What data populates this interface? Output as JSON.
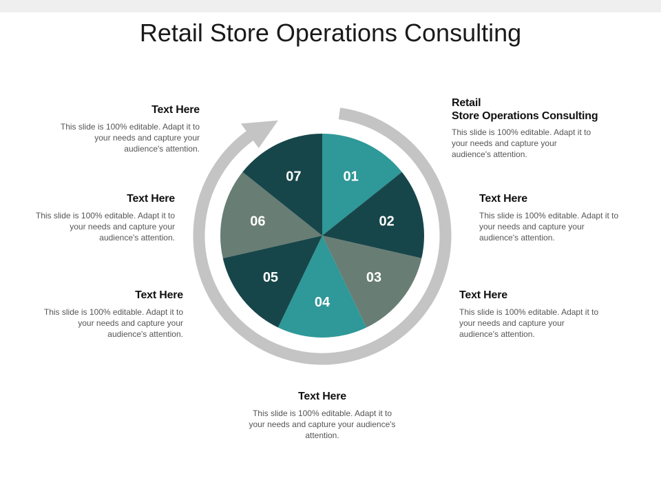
{
  "title": "Retail Store Operations Consulting",
  "colors": {
    "background": "#ffffff",
    "top_band": "#efefef",
    "arrow_ring": "#c4c4c4",
    "teal": "#2f9898",
    "dark_teal": "#17464a",
    "gray_green": "#687d74",
    "label_text": "#ffffff"
  },
  "segments": [
    {
      "label": "01",
      "color": "#2f9898"
    },
    {
      "label": "02",
      "color": "#17464a"
    },
    {
      "label": "03",
      "color": "#687d74"
    },
    {
      "label": "04",
      "color": "#2f9898"
    },
    {
      "label": "05",
      "color": "#17464a"
    },
    {
      "label": "06",
      "color": "#687d74"
    },
    {
      "label": "07",
      "color": "#17464a"
    }
  ],
  "blocks": {
    "retail": {
      "heading_line1": "Retail",
      "heading_line2": "Store Operations Consulting",
      "desc": "This slide is 100% editable. Adapt it to your needs and capture your audience's attention."
    },
    "right2": {
      "heading": "Text Here",
      "desc": "This slide is 100% editable. Adapt it to your needs and capture your audience's attention."
    },
    "right3": {
      "heading": "Text Here",
      "desc": "This slide is 100% editable. Adapt it to your needs and capture your audience's attention."
    },
    "bottom": {
      "heading": "Text Here",
      "desc": "This slide is 100% editable. Adapt it to your needs and capture your audience's attention."
    },
    "left3": {
      "heading": "Text Here",
      "desc": "This slide is 100% editable. Adapt it to your needs and capture your audience's attention."
    },
    "left2": {
      "heading": "Text Here",
      "desc": "This slide is 100% editable. Adapt it to your needs and capture your audience's attention."
    },
    "left1": {
      "heading": "Text Here",
      "desc": "This slide is 100% editable. Adapt it to your needs and capture your audience's attention."
    }
  }
}
